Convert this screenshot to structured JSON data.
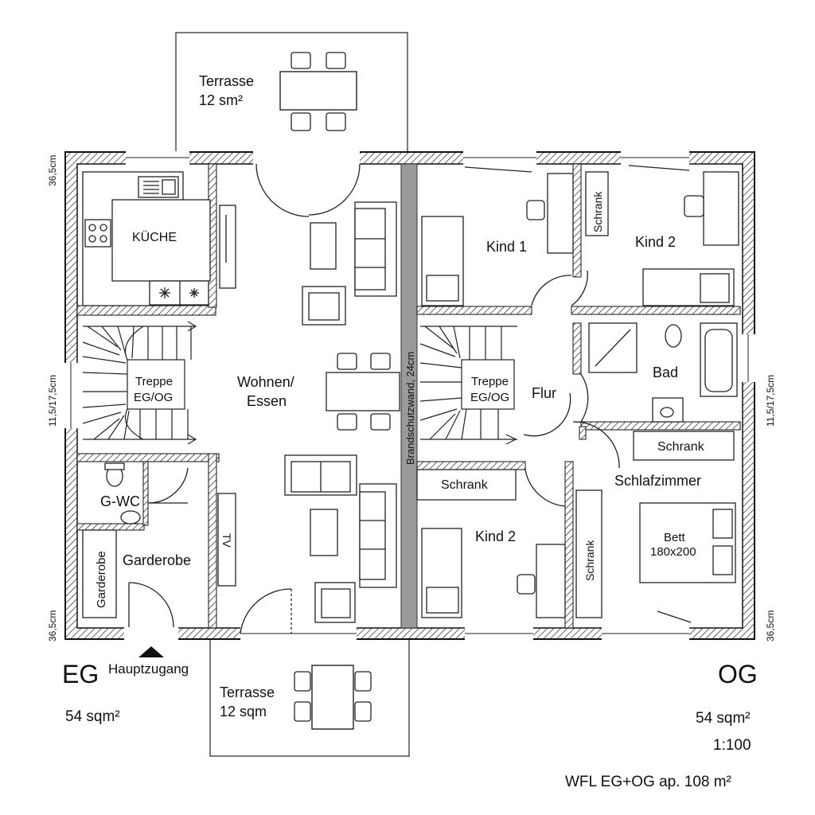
{
  "rooms": {
    "terrasse_top": "Terrasse",
    "terrasse_top_area": "12 sm²",
    "kueche": "KÜCHE",
    "wohnen_line1": "Wohnen/",
    "wohnen_line2": "Essen",
    "treppe_eg_line1": "Treppe",
    "treppe_eg_line2": "EG/OG",
    "treppe_og_line1": "Treppe",
    "treppe_og_line2": "EG/OG",
    "gwc": "G-WC",
    "garderobe_room": "Garderobe",
    "garderobe_closet": "Garderobe",
    "tv": "TV",
    "kind1": "Kind 1",
    "kind2_top": "Kind 2",
    "kind2_bottom": "Kind 2",
    "schrank_kind2": "Schrank",
    "schrank_bad": "Schrank",
    "schrank_og_left": "Schrank",
    "schrank_schlaf": "Schrank",
    "bad": "Bad",
    "flur": "Flur",
    "schlafzimmer": "Schlafzimmer",
    "bett_line1": "Bett",
    "bett_line2": "180x200",
    "brandschutzwand": "Brandschutzwand, 24cm",
    "terrasse_bottom": "Terrasse",
    "terrasse_bottom_area": "12 sqm"
  },
  "dimensions": {
    "left_top": "36,5cm",
    "left_mid": "11,5/17,5cm",
    "left_bottom": "36,5cm",
    "right_mid": "11,5/17,5cm",
    "right_bottom": "36,5cm"
  },
  "labels": {
    "eg": "EG",
    "hauptzugang": "Hauptzugang",
    "eg_area": "54 sqm²",
    "og": "OG",
    "og_area": "54 sqm²",
    "scale": "1:100",
    "total": "WFL EG+OG ap. 108 m²"
  }
}
